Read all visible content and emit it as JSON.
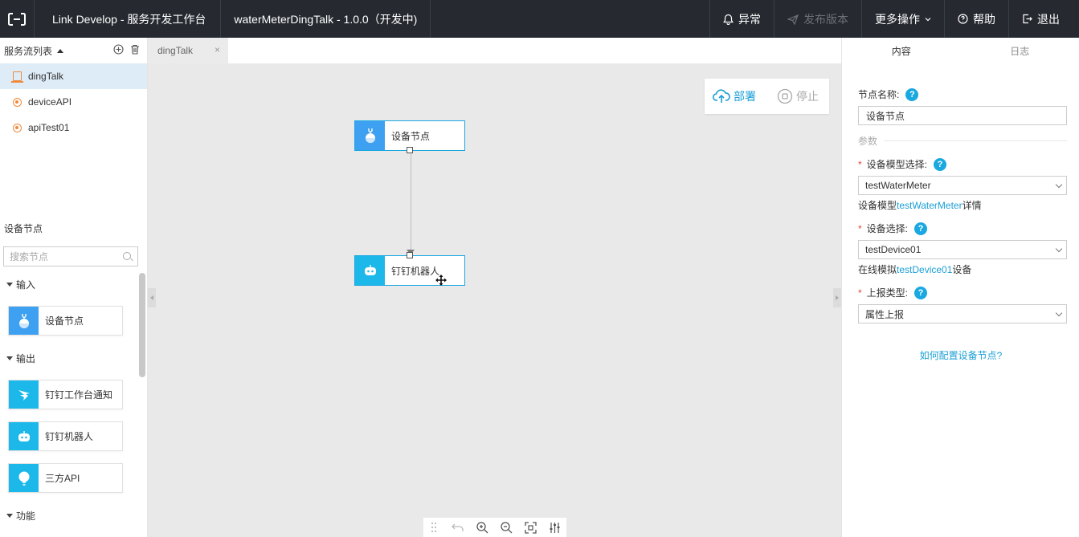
{
  "topbar": {
    "app_title": "Link Develop - 服务开发工作台",
    "project_title": "waterMeterDingTalk - 1.0.0（开发中)",
    "alert_label": "异常",
    "publish_label": "发布版本",
    "more_label": "更多操作",
    "help_label": "帮助",
    "logout_label": "退出"
  },
  "sidebar": {
    "flow_list_title": "服务流列表",
    "flows": [
      {
        "label": "dingTalk"
      },
      {
        "label": "deviceAPI"
      },
      {
        "label": "apiTest01"
      }
    ],
    "node_section_title": "设备节点",
    "search_placeholder": "搜索节点",
    "groups": {
      "input": "输入",
      "output": "输出",
      "function": "功能"
    },
    "palette": {
      "device_node": "设备节点",
      "dingding_notify": "钉钉工作台通知",
      "dingding_robot": "钉钉机器人",
      "third_api": "三方API"
    }
  },
  "tab": {
    "label": "dingTalk",
    "close": "×"
  },
  "canvas": {
    "deploy_label": "部署",
    "stop_label": "停止",
    "nodes": {
      "device": "设备节点",
      "robot": "钉钉机器人"
    }
  },
  "rpanel": {
    "tabs": [
      "内容",
      "日志"
    ],
    "node_name_label": "节点名称:",
    "node_name_value": "设备节点",
    "params_label": "参数",
    "model_label": "设备模型选择:",
    "model_value": "testWaterMeter",
    "model_note_prefix": "设备模型",
    "model_note_link": "testWaterMeter",
    "model_note_suffix": "详情",
    "device_label": "设备选择:",
    "device_value": "testDevice01",
    "device_note_prefix": "在线模拟",
    "device_note_link": "testDevice01",
    "device_note_suffix": "设备",
    "report_label": "上报类型:",
    "report_value": "属性上报",
    "help_link": "如何配置设备节点?",
    "required_mark": "*",
    "help_mark": "?"
  },
  "colors": {
    "topbar_bg": "#262a30",
    "accent": "#1aa8e0",
    "link": "#1a9fd6",
    "flow_icon": "#f08a3c",
    "device_icon_bg": "#3ea0f0",
    "active_row": "#deecf7"
  }
}
